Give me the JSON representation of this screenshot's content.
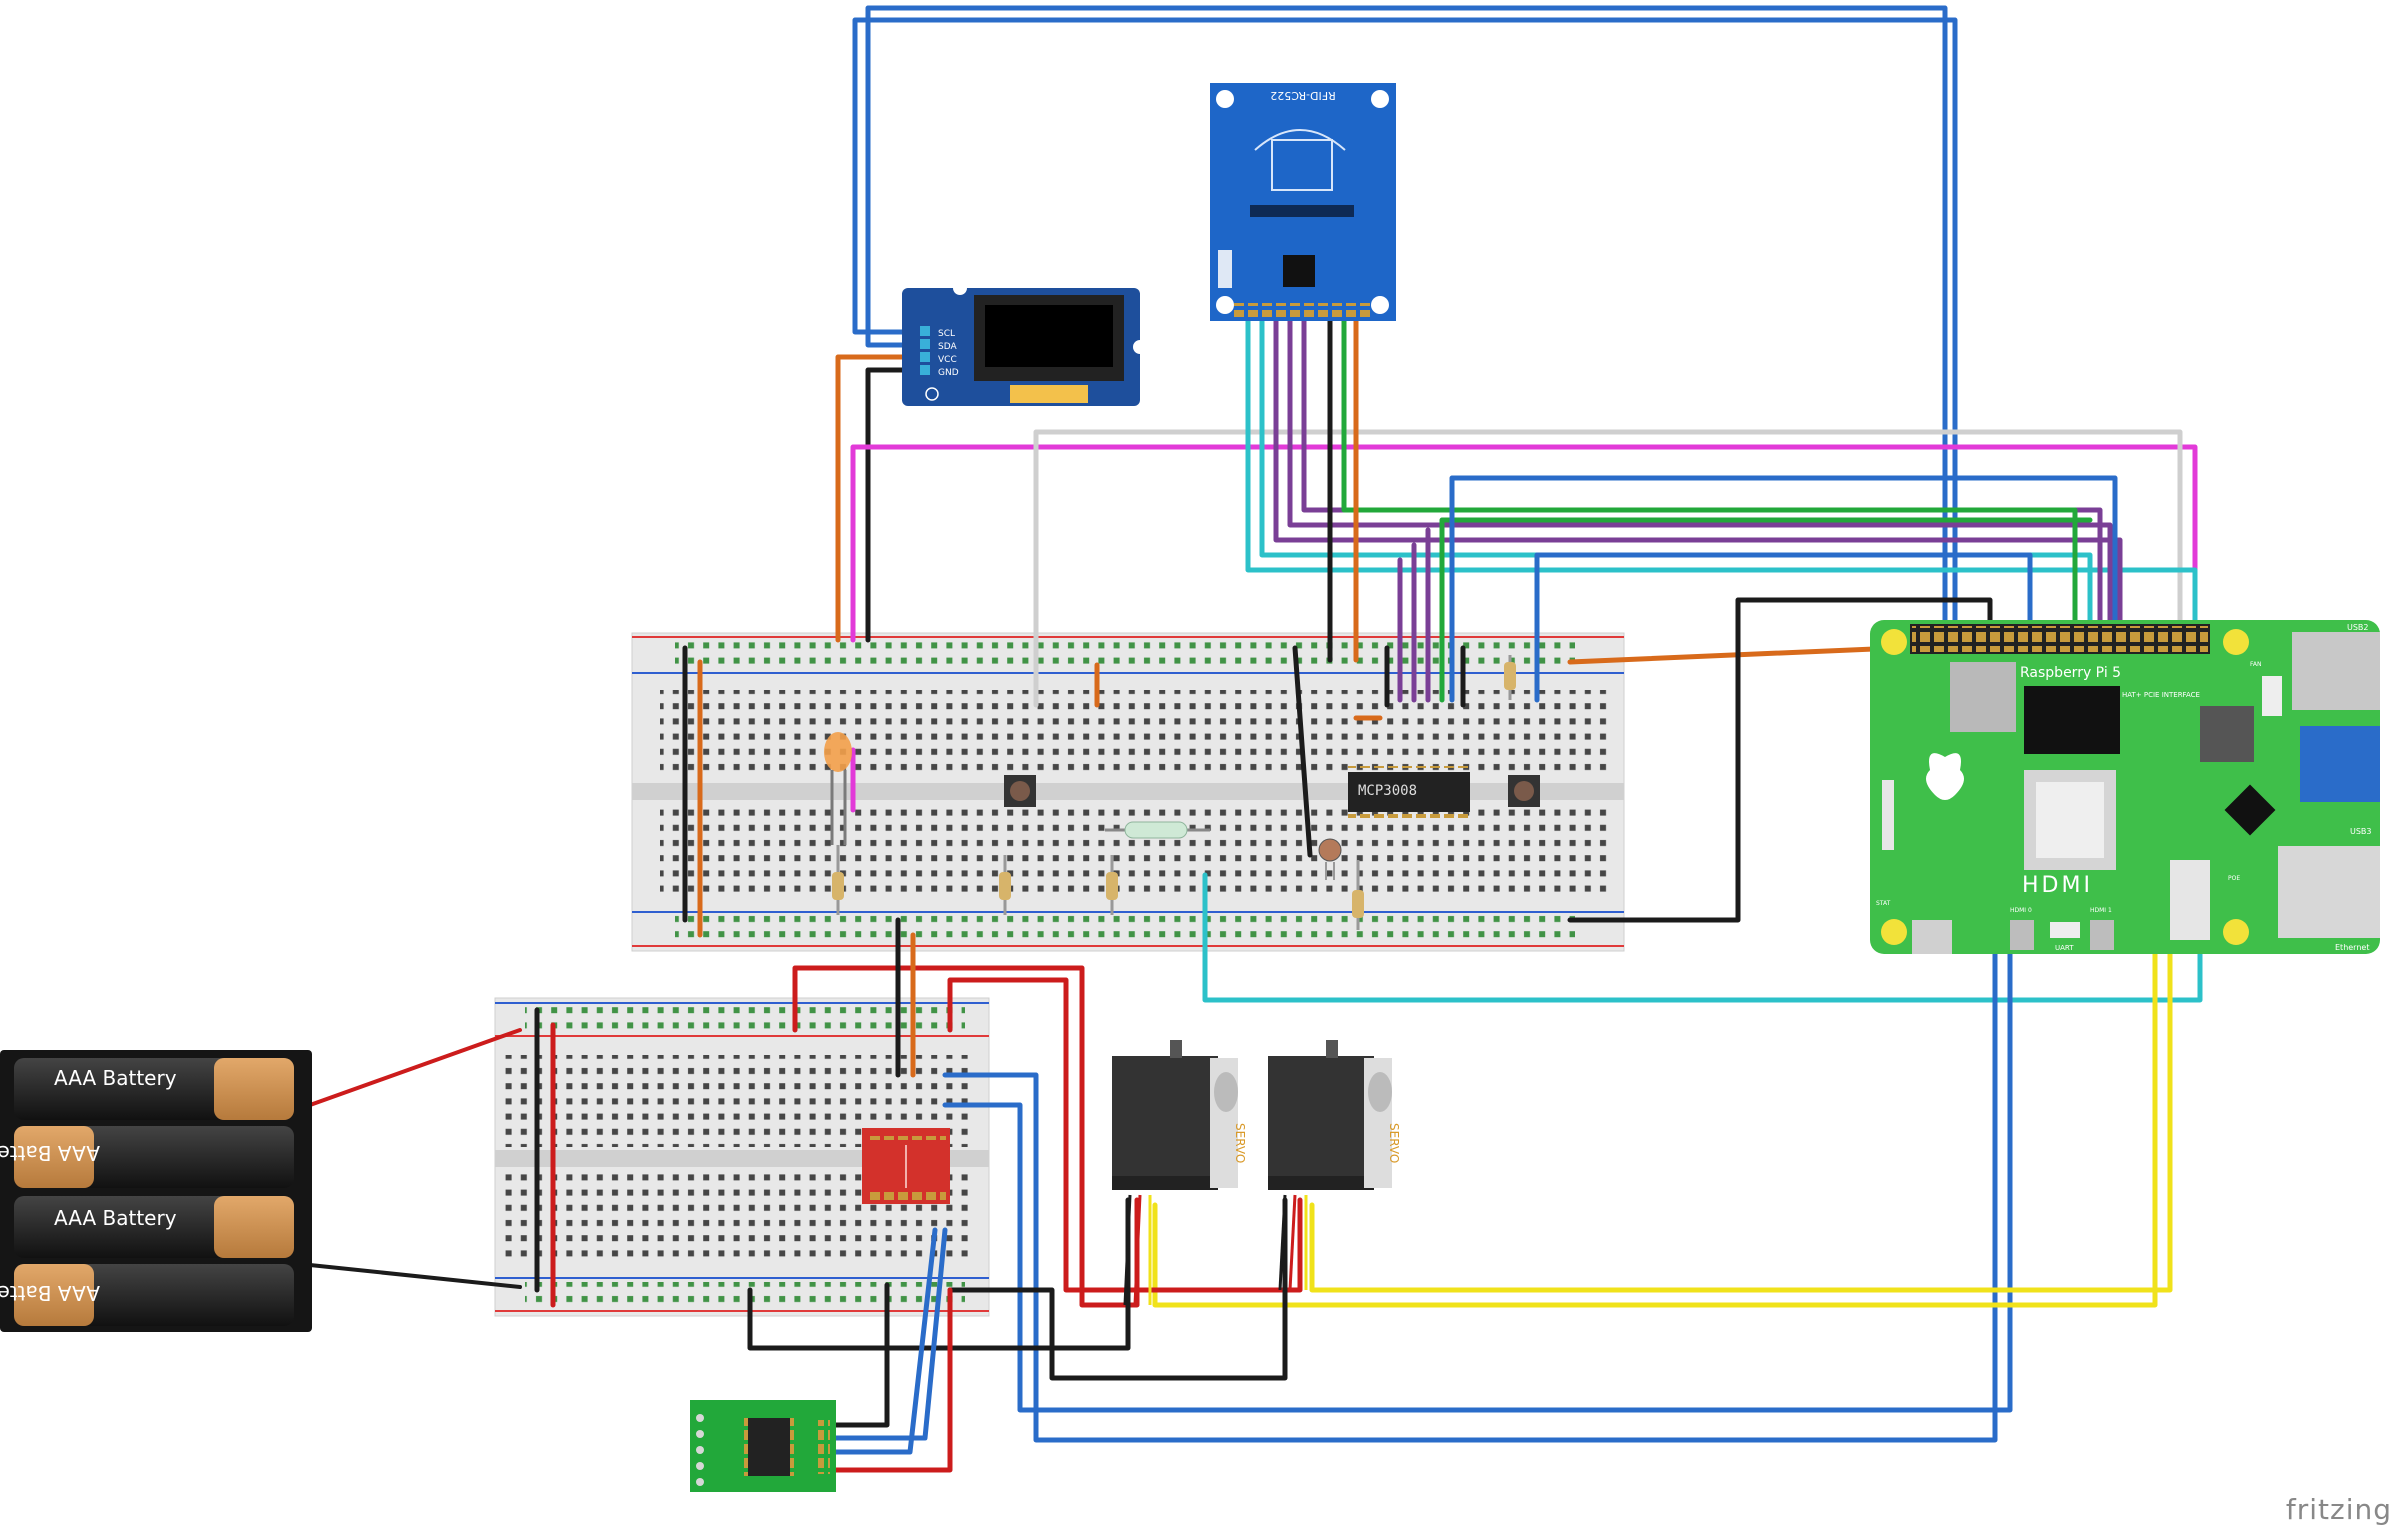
{
  "components": {
    "rfid_label": "RFID-RC522",
    "oled_pins": [
      "SCL",
      "SDA",
      "VCC",
      "GND"
    ],
    "chip_label": "MCP3008",
    "pi_label": "Raspberry Pi 5",
    "pi_hdmi": "HDMI",
    "pi_usb2": "USB2",
    "pi_usb3": "USB3",
    "pi_ethernet": "Ethernet",
    "pi_hat_label": "HAT+ PCIE INTERFACE",
    "pi_small": [
      "UART",
      "HDMI 0",
      "HDMI 1",
      "FAN",
      "POE",
      "STAT"
    ],
    "battery_labels": [
      "AAA Battery",
      "AAA Battery",
      "AAA Battery",
      "AAA Battery"
    ],
    "servo_labels": [
      "SERVO",
      "SERVO"
    ]
  },
  "watermark": "fritzing",
  "colors": {
    "breadboard": "#e6e6e6",
    "rail_red": "#e03a3a",
    "rail_blue": "#2f5fd0",
    "wire_blue": "#2a6cc9",
    "wire_orange": "#d86a1b",
    "wire_black": "#1b1b1b",
    "wire_magenta": "#e23ad8",
    "wire_grey": "#cfcfcf",
    "wire_green": "#22a83a",
    "wire_purple": "#7a3f96",
    "wire_cyan": "#2cc1c9",
    "wire_red": "#cc1c1c",
    "wire_yellow": "#f0e21a",
    "pi_green": "#3fbf4a",
    "rfid_blue": "#1e66c8",
    "oled_blue": "#1e4f9c"
  }
}
